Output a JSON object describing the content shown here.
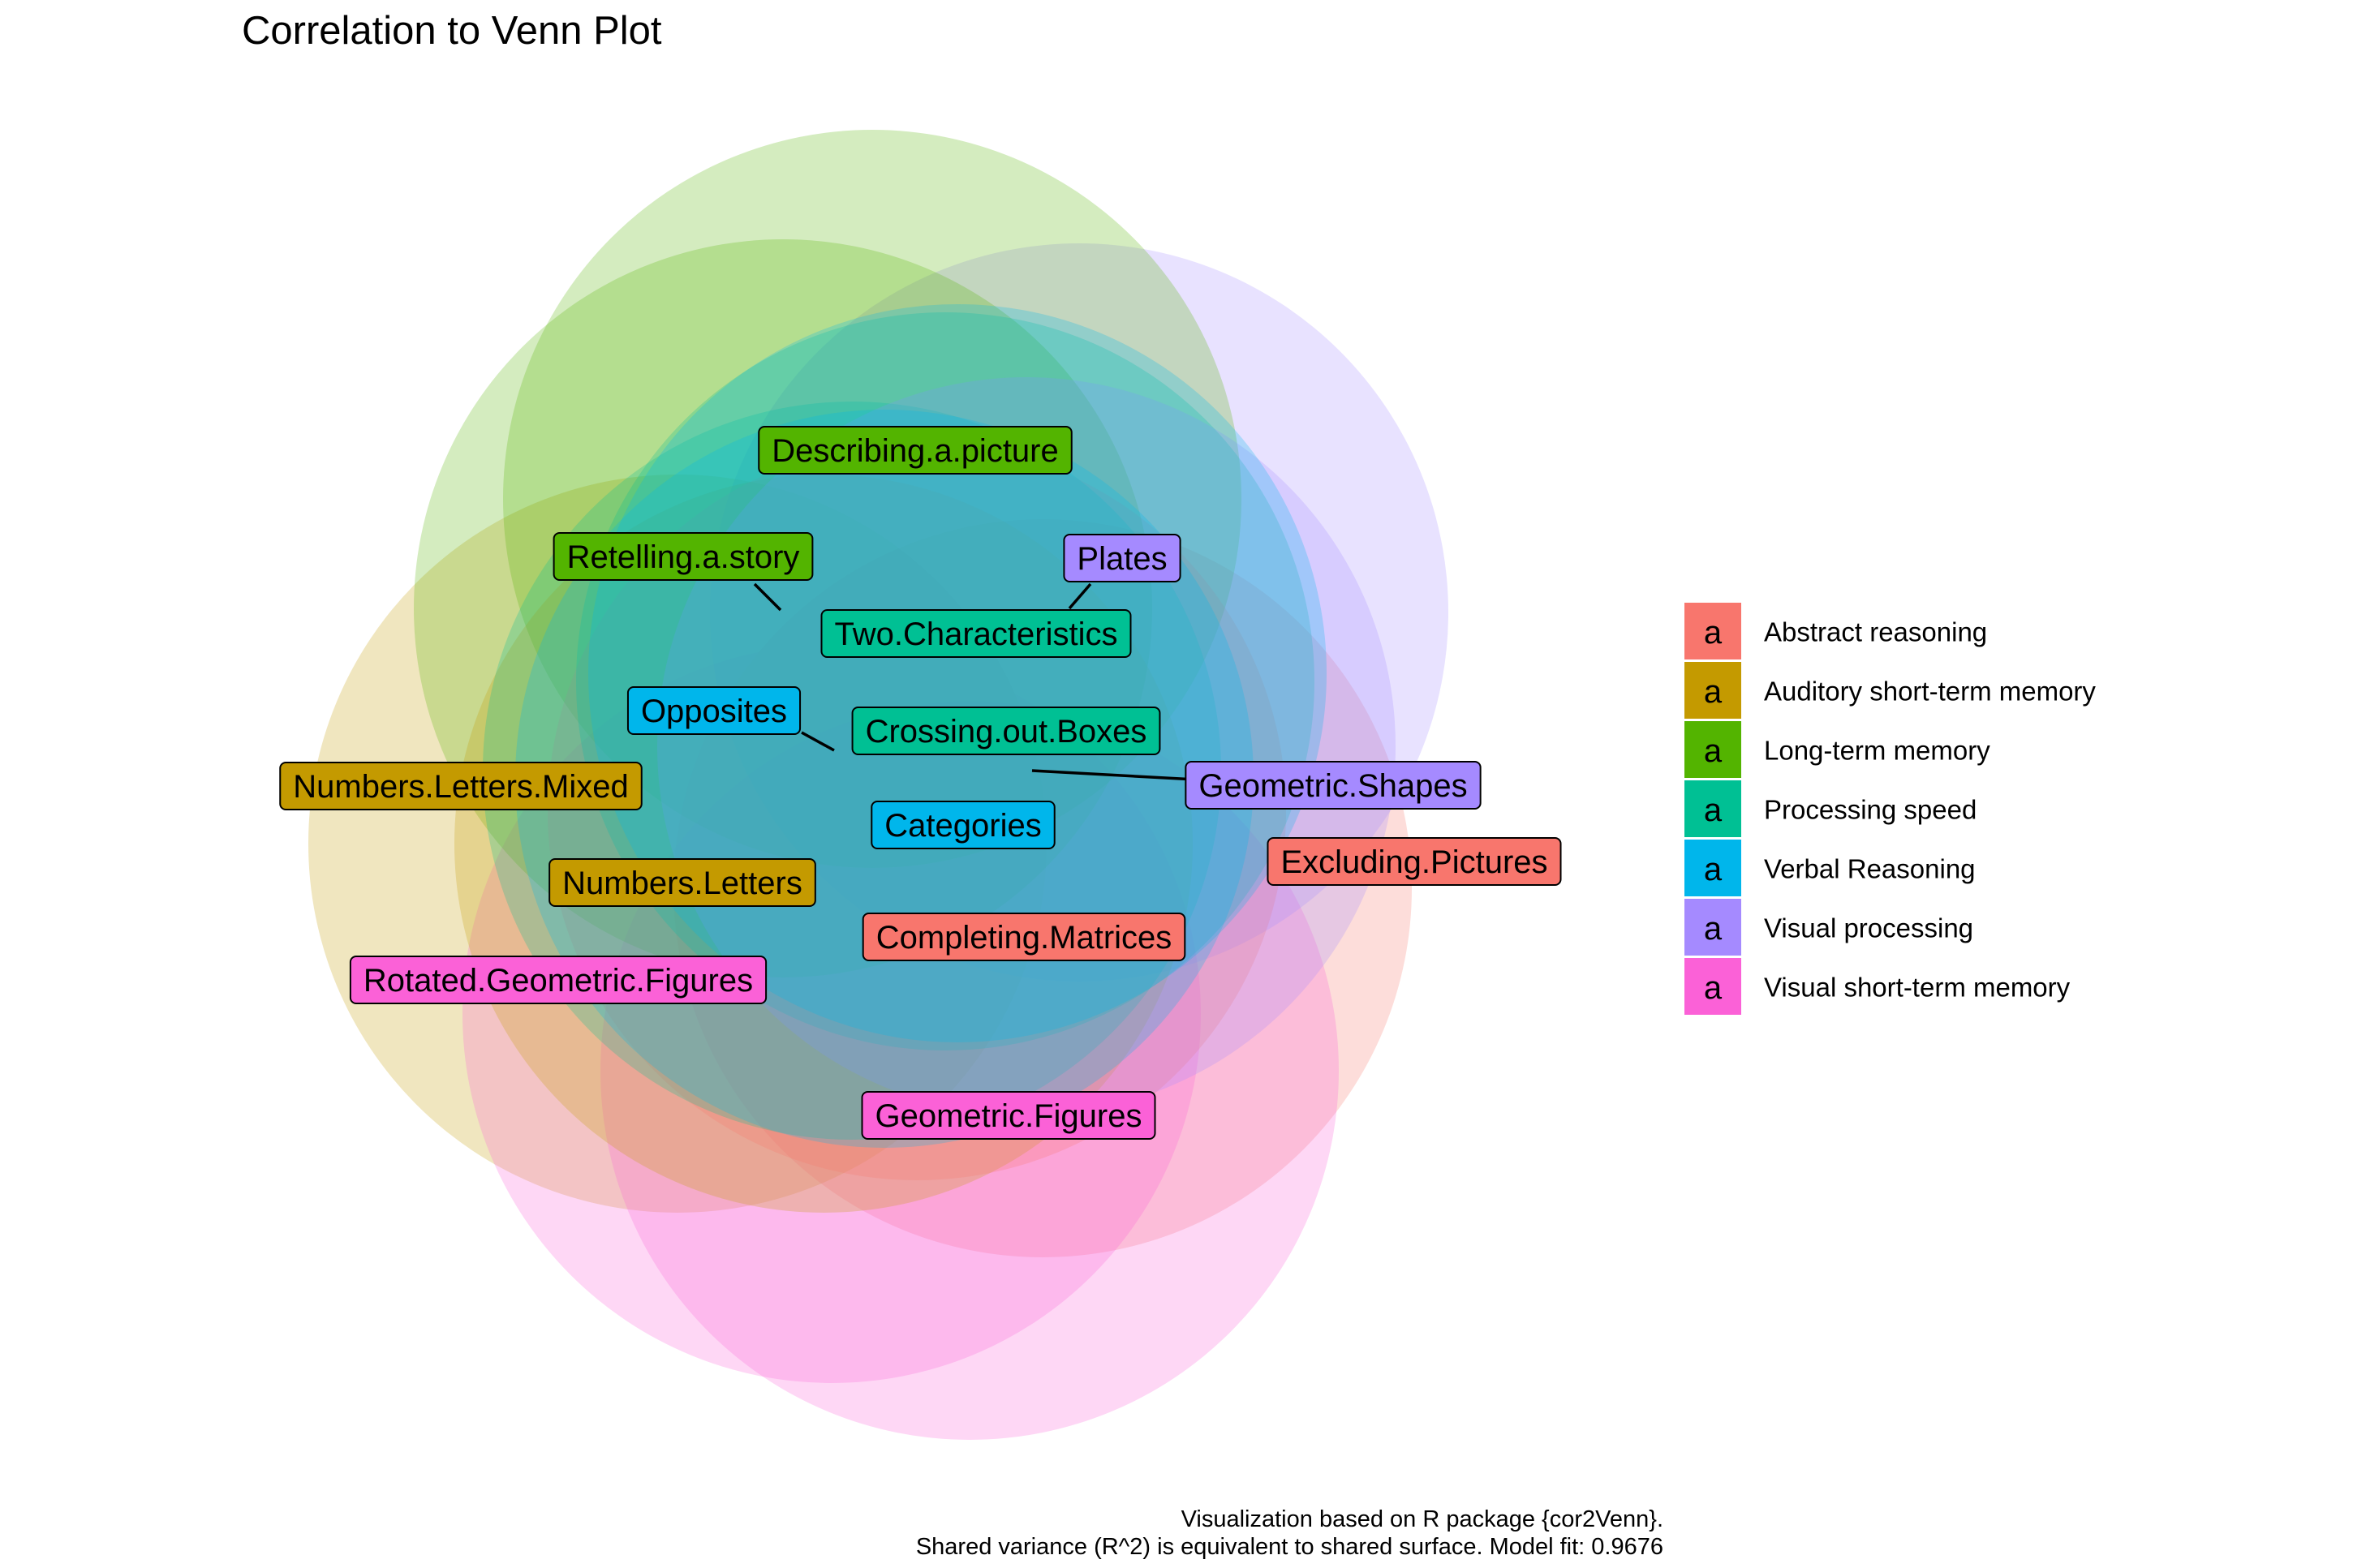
{
  "title": "Correlation to Venn Plot",
  "caption": {
    "line1": "Visualization based on R package {cor2Venn}.",
    "line2": "Shared variance (R^2) is equivalent to shared surface. Model fit: 0.9676"
  },
  "legend": {
    "key_glyph": "a",
    "items": [
      {
        "label": "Abstract reasoning",
        "color": "#F8766D"
      },
      {
        "label": "Auditory short-term memory",
        "color": "#C49A00"
      },
      {
        "label": "Long-term memory",
        "color": "#53B400"
      },
      {
        "label": "Processing speed",
        "color": "#00C094"
      },
      {
        "label": "Verbal Reasoning",
        "color": "#00B6EB"
      },
      {
        "label": "Visual processing",
        "color": "#A58AFF"
      },
      {
        "label": "Visual short-term memory",
        "color": "#FB61D7"
      }
    ]
  },
  "variables": [
    {
      "label": "Describing.a.picture",
      "group": "Long-term memory"
    },
    {
      "label": "Retelling.a.story",
      "group": "Long-term memory"
    },
    {
      "label": "Plates",
      "group": "Visual processing"
    },
    {
      "label": "Two.Characteristics",
      "group": "Processing speed"
    },
    {
      "label": "Opposites",
      "group": "Verbal Reasoning"
    },
    {
      "label": "Crossing.out.Boxes",
      "group": "Processing speed"
    },
    {
      "label": "Numbers.Letters.Mixed",
      "group": "Auditory short-term memory"
    },
    {
      "label": "Geometric.Shapes",
      "group": "Visual processing"
    },
    {
      "label": "Categories",
      "group": "Verbal Reasoning"
    },
    {
      "label": "Excluding.Pictures",
      "group": "Abstract reasoning"
    },
    {
      "label": "Numbers.Letters",
      "group": "Auditory short-term memory"
    },
    {
      "label": "Completing.Matrices",
      "group": "Abstract reasoning"
    },
    {
      "label": "Rotated.Geometric.Figures",
      "group": "Visual short-term memory"
    },
    {
      "label": "Geometric.Figures",
      "group": "Visual short-term memory"
    }
  ]
}
